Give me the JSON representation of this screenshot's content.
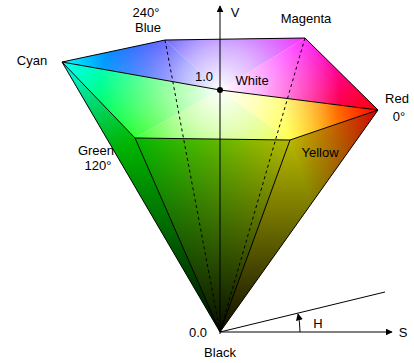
{
  "diagram": {
    "labels": [
      "V",
      "240°",
      "Blue",
      "Magenta",
      "1.0",
      "White",
      "Cyan",
      "Red",
      "0°",
      "Green",
      "120°",
      "Yellow",
      "0.0",
      "H",
      "S",
      "Black"
    ]
  }
}
